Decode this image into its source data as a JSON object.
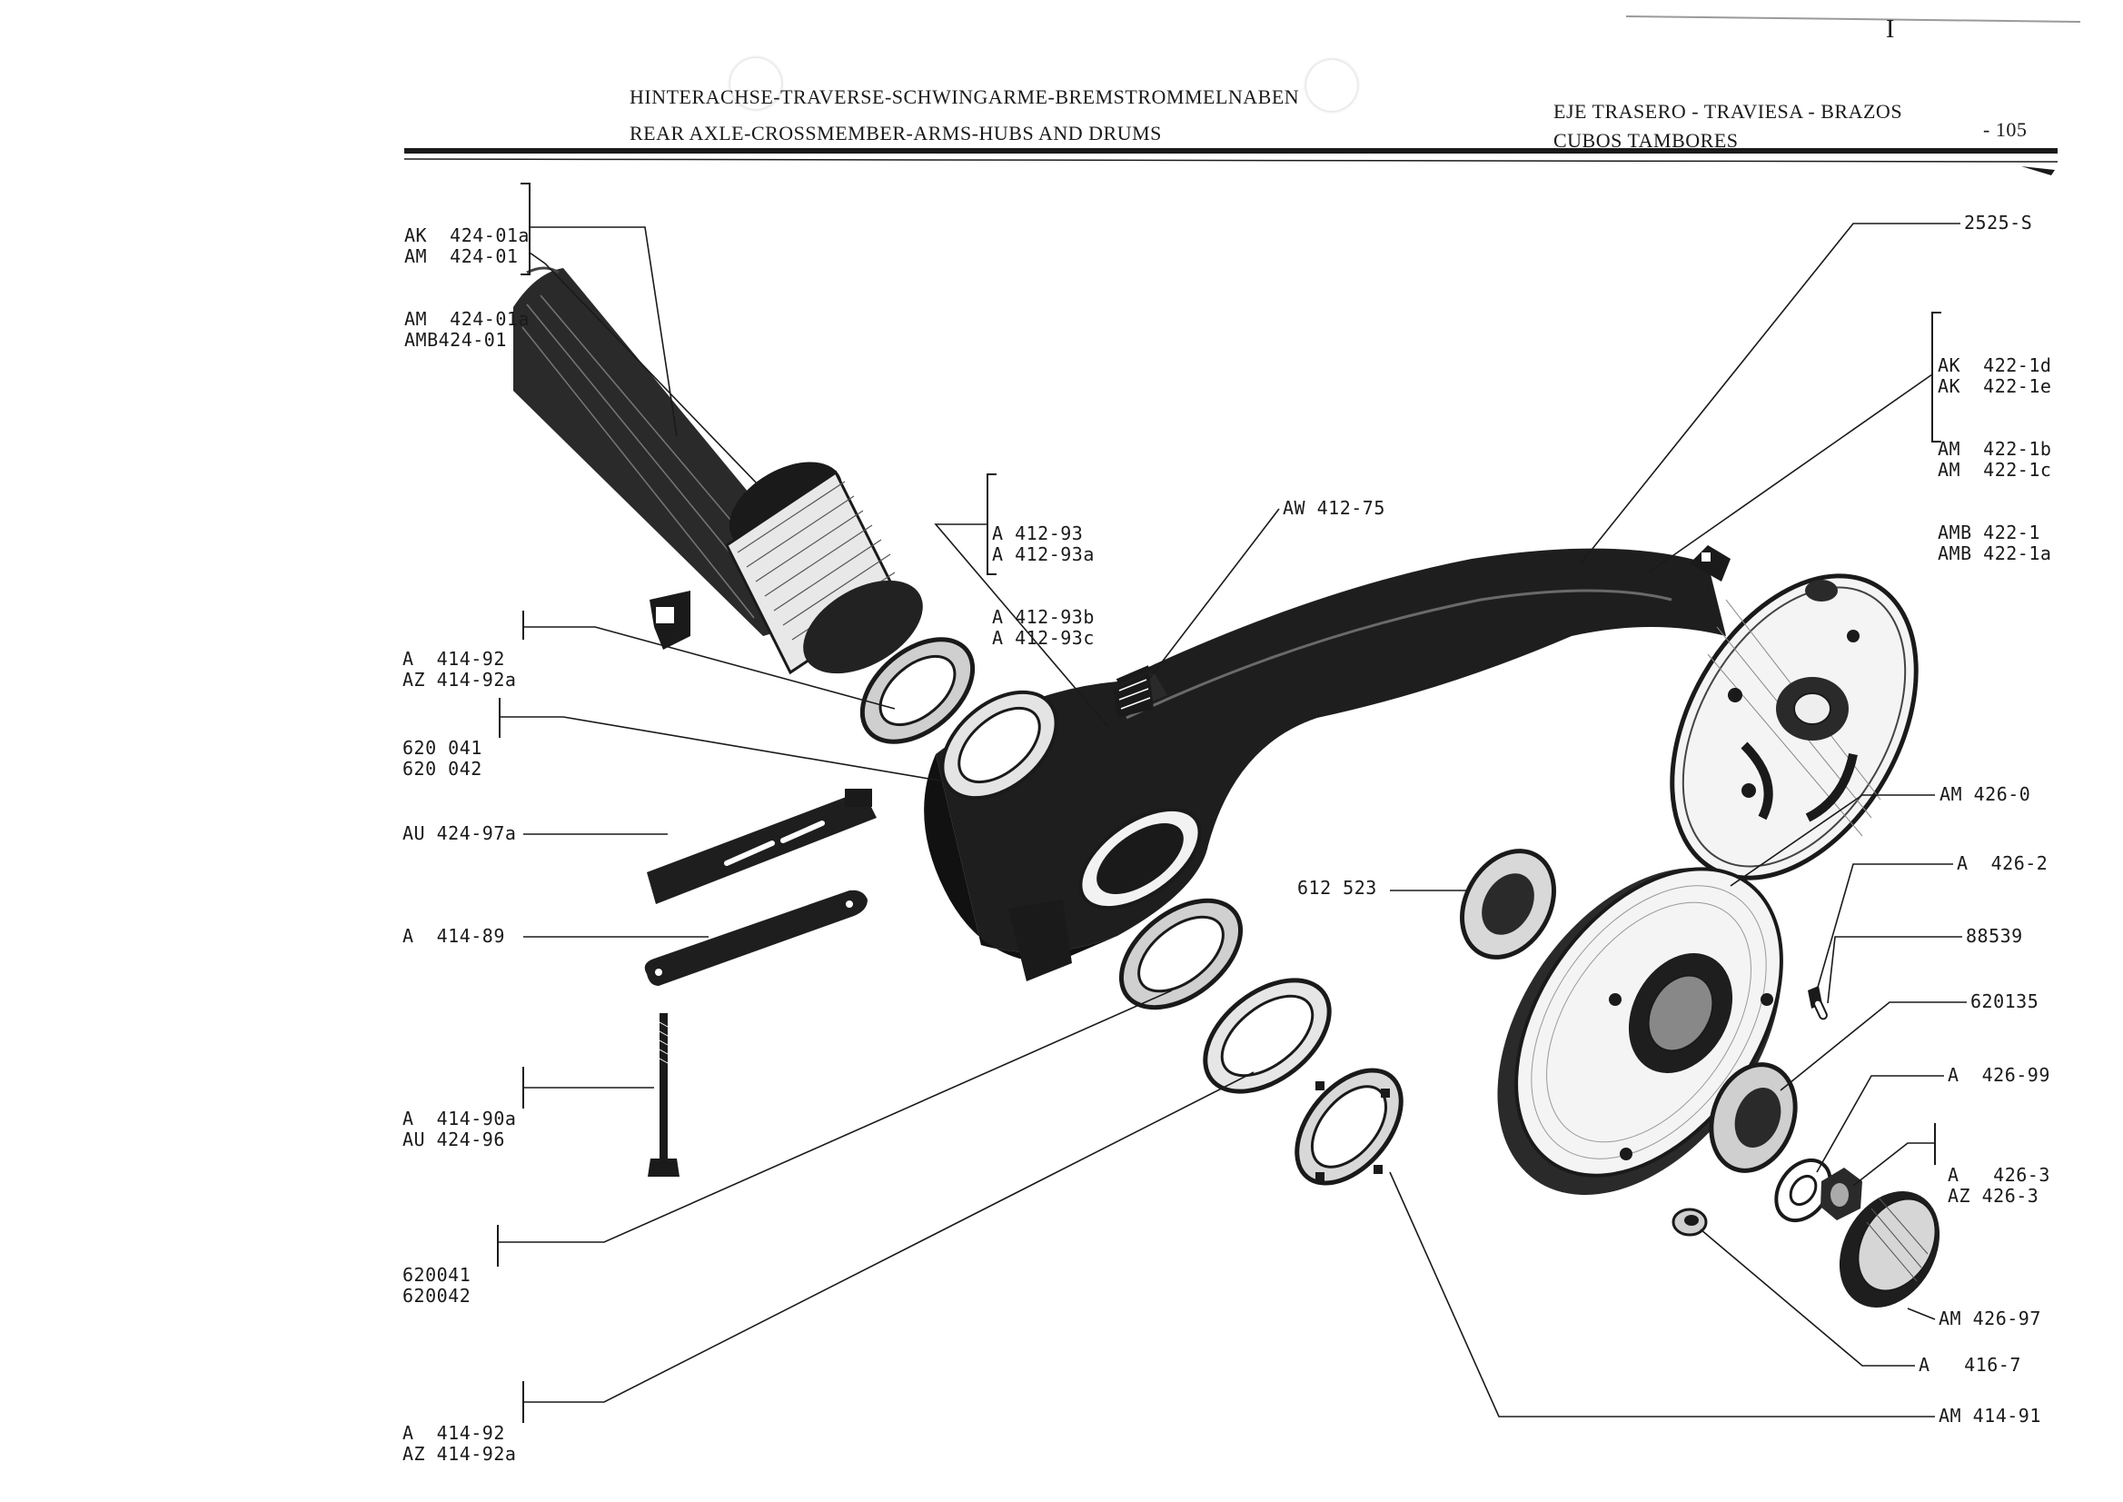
{
  "header": {
    "de": "HINTERACHSE-TRAVERSE-SCHWINGARME-BREMSTROMMELNABEN",
    "en": "REAR AXLE-CROSSMEMBER-ARMS-HUBS AND DRUMS",
    "es_line1": "EJE TRASERO - TRAVIESA - BRAZOS",
    "es_line2": "CUBOS TAMBORES",
    "page_number": "- 105",
    "top_mark": "I"
  },
  "labels": {
    "axle_tube": [
      "AK  424-01a",
      "AM  424-01",
      "AM  424-01a",
      "AMB424-01"
    ],
    "bushing_top": [
      "A 412-93",
      "A 412-93a",
      "A 412-93b",
      "A 412-93c"
    ],
    "bracket": "AW 412-75",
    "arm": "2525-S",
    "backing_plate": [
      "AK  422-1d",
      "AK  422-1e",
      "AM  422-1b",
      "AM  422-1c",
      "AMB 422-1",
      "AMB 422-1a"
    ],
    "bearing_upper": [
      "A  414-92",
      "AZ 414-92a"
    ],
    "seal_upper": [
      "620 041",
      "620 042"
    ],
    "plate": "AU 424-97a",
    "strap": "A  414-89",
    "bolt": [
      "A  414-90a",
      "AU 424-96"
    ],
    "seal_lower": [
      "620041",
      "620042"
    ],
    "bearing_lower": [
      "A  414-92",
      "AZ 414-92a"
    ],
    "hub_seal": "612 523",
    "drum": "AM 426-0",
    "stud": "A  426-2",
    "pin": "88539",
    "wheel_bearing": "620135",
    "washer": "A  426-99",
    "nut": [
      "A   426-3",
      "AZ 426-3"
    ],
    "cap": "AM 426-97",
    "nipple": "A   416-7",
    "ring_nut": "AM 414-91"
  }
}
